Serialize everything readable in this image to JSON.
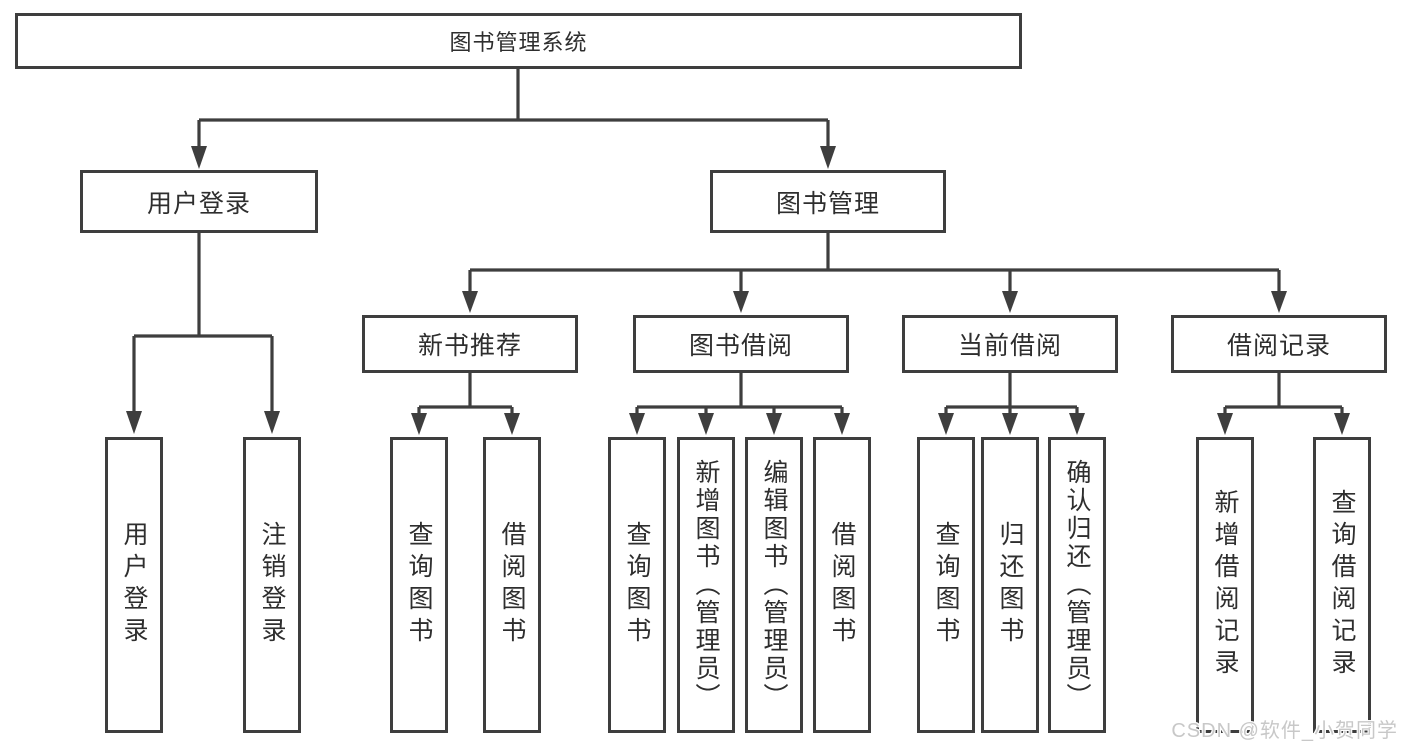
{
  "diagram": {
    "title": "图书管理系统",
    "tree": {
      "label": "图书管理系统",
      "children": [
        {
          "label": "用户登录",
          "children": [
            {
              "label": "用户登录"
            },
            {
              "label": "注销登录"
            }
          ]
        },
        {
          "label": "图书管理",
          "children": [
            {
              "label": "新书推荐",
              "children": [
                {
                  "label": "查询图书"
                },
                {
                  "label": "借阅图书"
                }
              ]
            },
            {
              "label": "图书借阅",
              "children": [
                {
                  "label": "查询图书"
                },
                {
                  "label": "新增图书（管理员）"
                },
                {
                  "label": "编辑图书（管理员）"
                },
                {
                  "label": "借阅图书"
                }
              ]
            },
            {
              "label": "当前借阅",
              "children": [
                {
                  "label": "查询图书"
                },
                {
                  "label": "归还图书"
                },
                {
                  "label": "确认归还（管理员）"
                }
              ]
            },
            {
              "label": "借阅记录",
              "children": [
                {
                  "label": "新增借阅记录"
                },
                {
                  "label": "查询借阅记录"
                }
              ]
            }
          ]
        }
      ]
    }
  },
  "watermark": {
    "text": "CSDN @软件_小贺同学"
  },
  "colors": {
    "line": "#3e3e3e",
    "box_border": "#3e3e3e",
    "text": "#2e2e2e",
    "watermark": "#c5c5c5",
    "background": "#ffffff"
  }
}
